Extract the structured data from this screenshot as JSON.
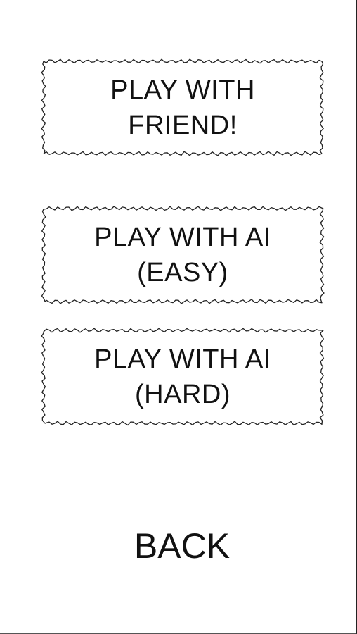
{
  "menu": {
    "buttons": [
      {
        "line1": "PLAY WITH",
        "line2": "FRIEND!"
      },
      {
        "line1": "PLAY WITH AI",
        "line2": "(EASY)"
      },
      {
        "line1": "PLAY WITH AI",
        "line2": "(HARD)"
      }
    ],
    "back_label": "BACK"
  },
  "colors": {
    "background": "#ffffff",
    "text": "#111111",
    "outline": "#222222"
  }
}
